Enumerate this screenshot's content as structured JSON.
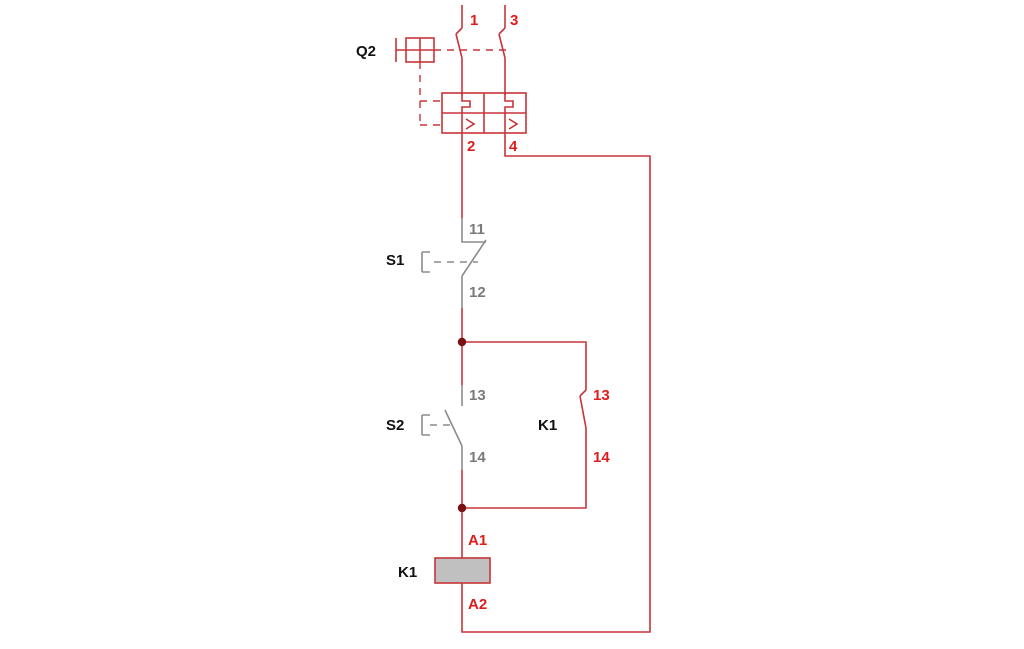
{
  "colors": {
    "wire": "#c8343a",
    "gray": "#8c8c8c",
    "label_red": "#e01b1b",
    "label_gray": "#7a7a7a",
    "label_black": "#111111",
    "junction": "#7a1010",
    "coil_fill": "#c0c0c0"
  },
  "components": {
    "q2": {
      "name": "Q2",
      "terminals": [
        "1",
        "3",
        "2",
        "4"
      ]
    },
    "s1": {
      "name": "S1",
      "terminals": [
        "11",
        "12"
      ]
    },
    "s2": {
      "name": "S2",
      "terminals": [
        "13",
        "14"
      ]
    },
    "k1_contact": {
      "name": "K1",
      "terminals": [
        "13",
        "14"
      ]
    },
    "k1_coil": {
      "name": "K1",
      "terminals": [
        "A1",
        "A2"
      ]
    }
  }
}
